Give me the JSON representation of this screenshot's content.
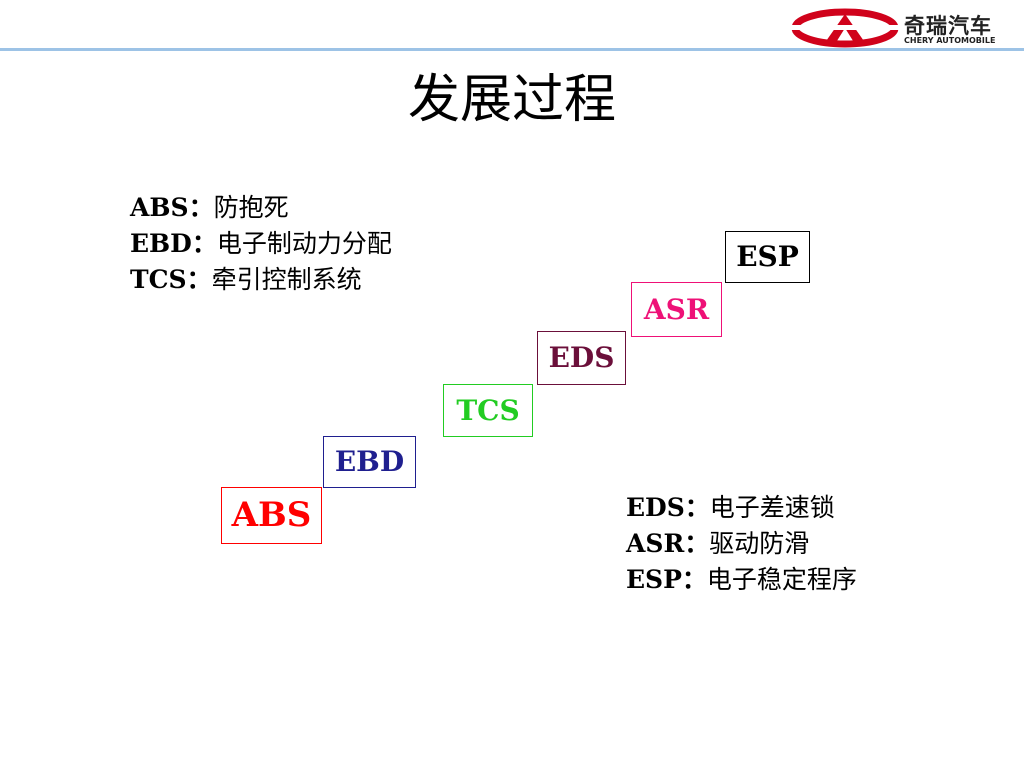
{
  "logo": {
    "name_cn": "奇瑞汽车",
    "name_en": "CHERY AUTOMOBILE",
    "mark_color": "#d0021b"
  },
  "title": "发展过程",
  "stages": [
    {
      "label": "ABS",
      "color": "#ff0000"
    },
    {
      "label": "EBD",
      "color": "#1f1f8f"
    },
    {
      "label": "TCS",
      "color": "#22cc22"
    },
    {
      "label": "EDS",
      "color": "#6b0f3a"
    },
    {
      "label": "ASR",
      "color": "#ee1177"
    },
    {
      "label": "ESP",
      "color": "#000000"
    }
  ],
  "definitions_top": [
    {
      "abbr": "ABS：",
      "text": "防抱死"
    },
    {
      "abbr": "EBD：",
      "text": "电子制动力分配"
    },
    {
      "abbr": "TCS：",
      "text": "牵引控制系统"
    }
  ],
  "definitions_bottom": [
    {
      "abbr": "EDS：",
      "text": "电子差速锁"
    },
    {
      "abbr": "ASR：",
      "text": "驱动防滑"
    },
    {
      "abbr": "ESP：",
      "text": "电子稳定程序"
    }
  ],
  "colors": {
    "header_line": "#9dc3e6",
    "background": "#ffffff"
  }
}
